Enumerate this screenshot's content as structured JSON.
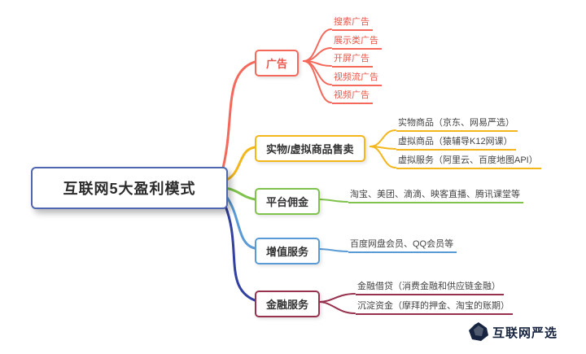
{
  "root": {
    "label": "互联网5大盈利模式",
    "border_color": "#4f66b0"
  },
  "branches": [
    {
      "label": "广告",
      "color": "#f4695b",
      "curve_color": "#f4695b",
      "label_color": "#e8564a",
      "leaf_text_color": "#e8564a",
      "leaves": [
        "搜索广告",
        "展示类广告",
        "开屏广告",
        "视频流广告",
        "视频广告"
      ]
    },
    {
      "label": "实物/虚拟商品售卖",
      "color": "#f3b71c",
      "curve_color": "#f3b71c",
      "label_color": "#333333",
      "leaf_text_color": "#444444",
      "leaves": [
        "实物商品（京东、网易严选）",
        "虚拟商品（猿辅导K12网课）",
        "虚拟服务（阿里云、百度地图API）"
      ]
    },
    {
      "label": "平台佣金",
      "color": "#7fc24c",
      "curve_color": "#7fc24c",
      "label_color": "#333333",
      "leaf_text_color": "#444444",
      "leaves": [
        "淘宝、美团、滴滴、映客直播、腾讯课堂等"
      ]
    },
    {
      "label": "增值服务",
      "color": "#5b9bd5",
      "curve_color": "#5b9bd5",
      "label_color": "#333333",
      "leaf_text_color": "#444444",
      "leaves": [
        "百度网盘会员、QQ会员等"
      ]
    },
    {
      "label": "金融服务",
      "color": "#96314e",
      "curve_color": "#32409f",
      "label_color": "#333333",
      "leaf_text_color": "#444444",
      "leaves": [
        "金融借贷（消费金融和供应链金融）",
        "沉淀资金（摩拜的押金、淘宝的账期）"
      ]
    }
  ],
  "watermark": {
    "label": "互联网严选",
    "color": "#16243f"
  }
}
